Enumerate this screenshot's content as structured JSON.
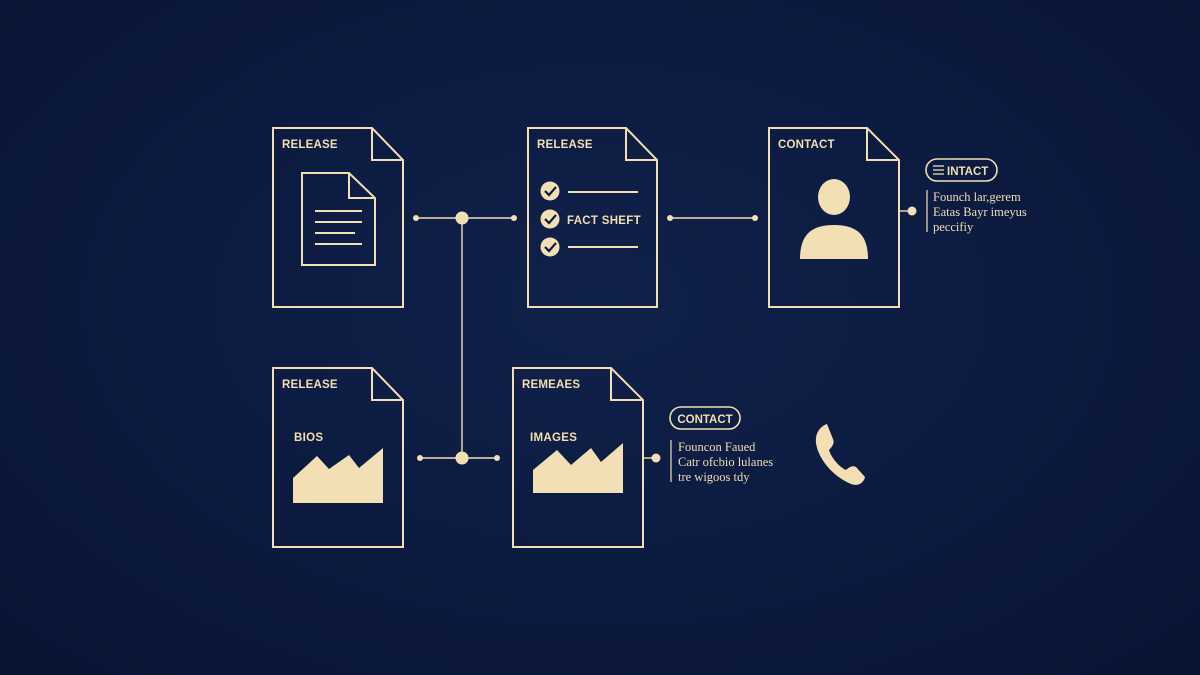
{
  "colors": {
    "background": "#0c1a3f",
    "accent": "#f2dfb4"
  },
  "documents": {
    "top_left": {
      "label": "RELEASE",
      "icon": "document-icon"
    },
    "top_middle": {
      "label": "RELEASE",
      "inner_label": "FACT SHEFT",
      "icon": "checklist-icon"
    },
    "top_right": {
      "label": "CONTACT",
      "icon": "person-icon"
    },
    "bottom_left": {
      "label": "RELEASE",
      "inner_label": "BIOS",
      "icon": "mountain-chart-icon"
    },
    "bottom_middle": {
      "label": "REMEAES",
      "inner_label": "IMAGES",
      "icon": "mountain-chart-icon"
    }
  },
  "badges": {
    "top_right": {
      "label": "INTACT",
      "icon": "lines-icon"
    },
    "bottom": {
      "label": "CONTACT"
    }
  },
  "notes": {
    "top_right": [
      "Founch lar,gerem",
      "Eatas Bayr imeyus",
      "peccifiy"
    ],
    "bottom": [
      "Founcon Faued",
      "Catr ofcbio lulanes",
      "tre wigoos tdy"
    ]
  },
  "icons": {
    "phone": "phone-icon"
  }
}
